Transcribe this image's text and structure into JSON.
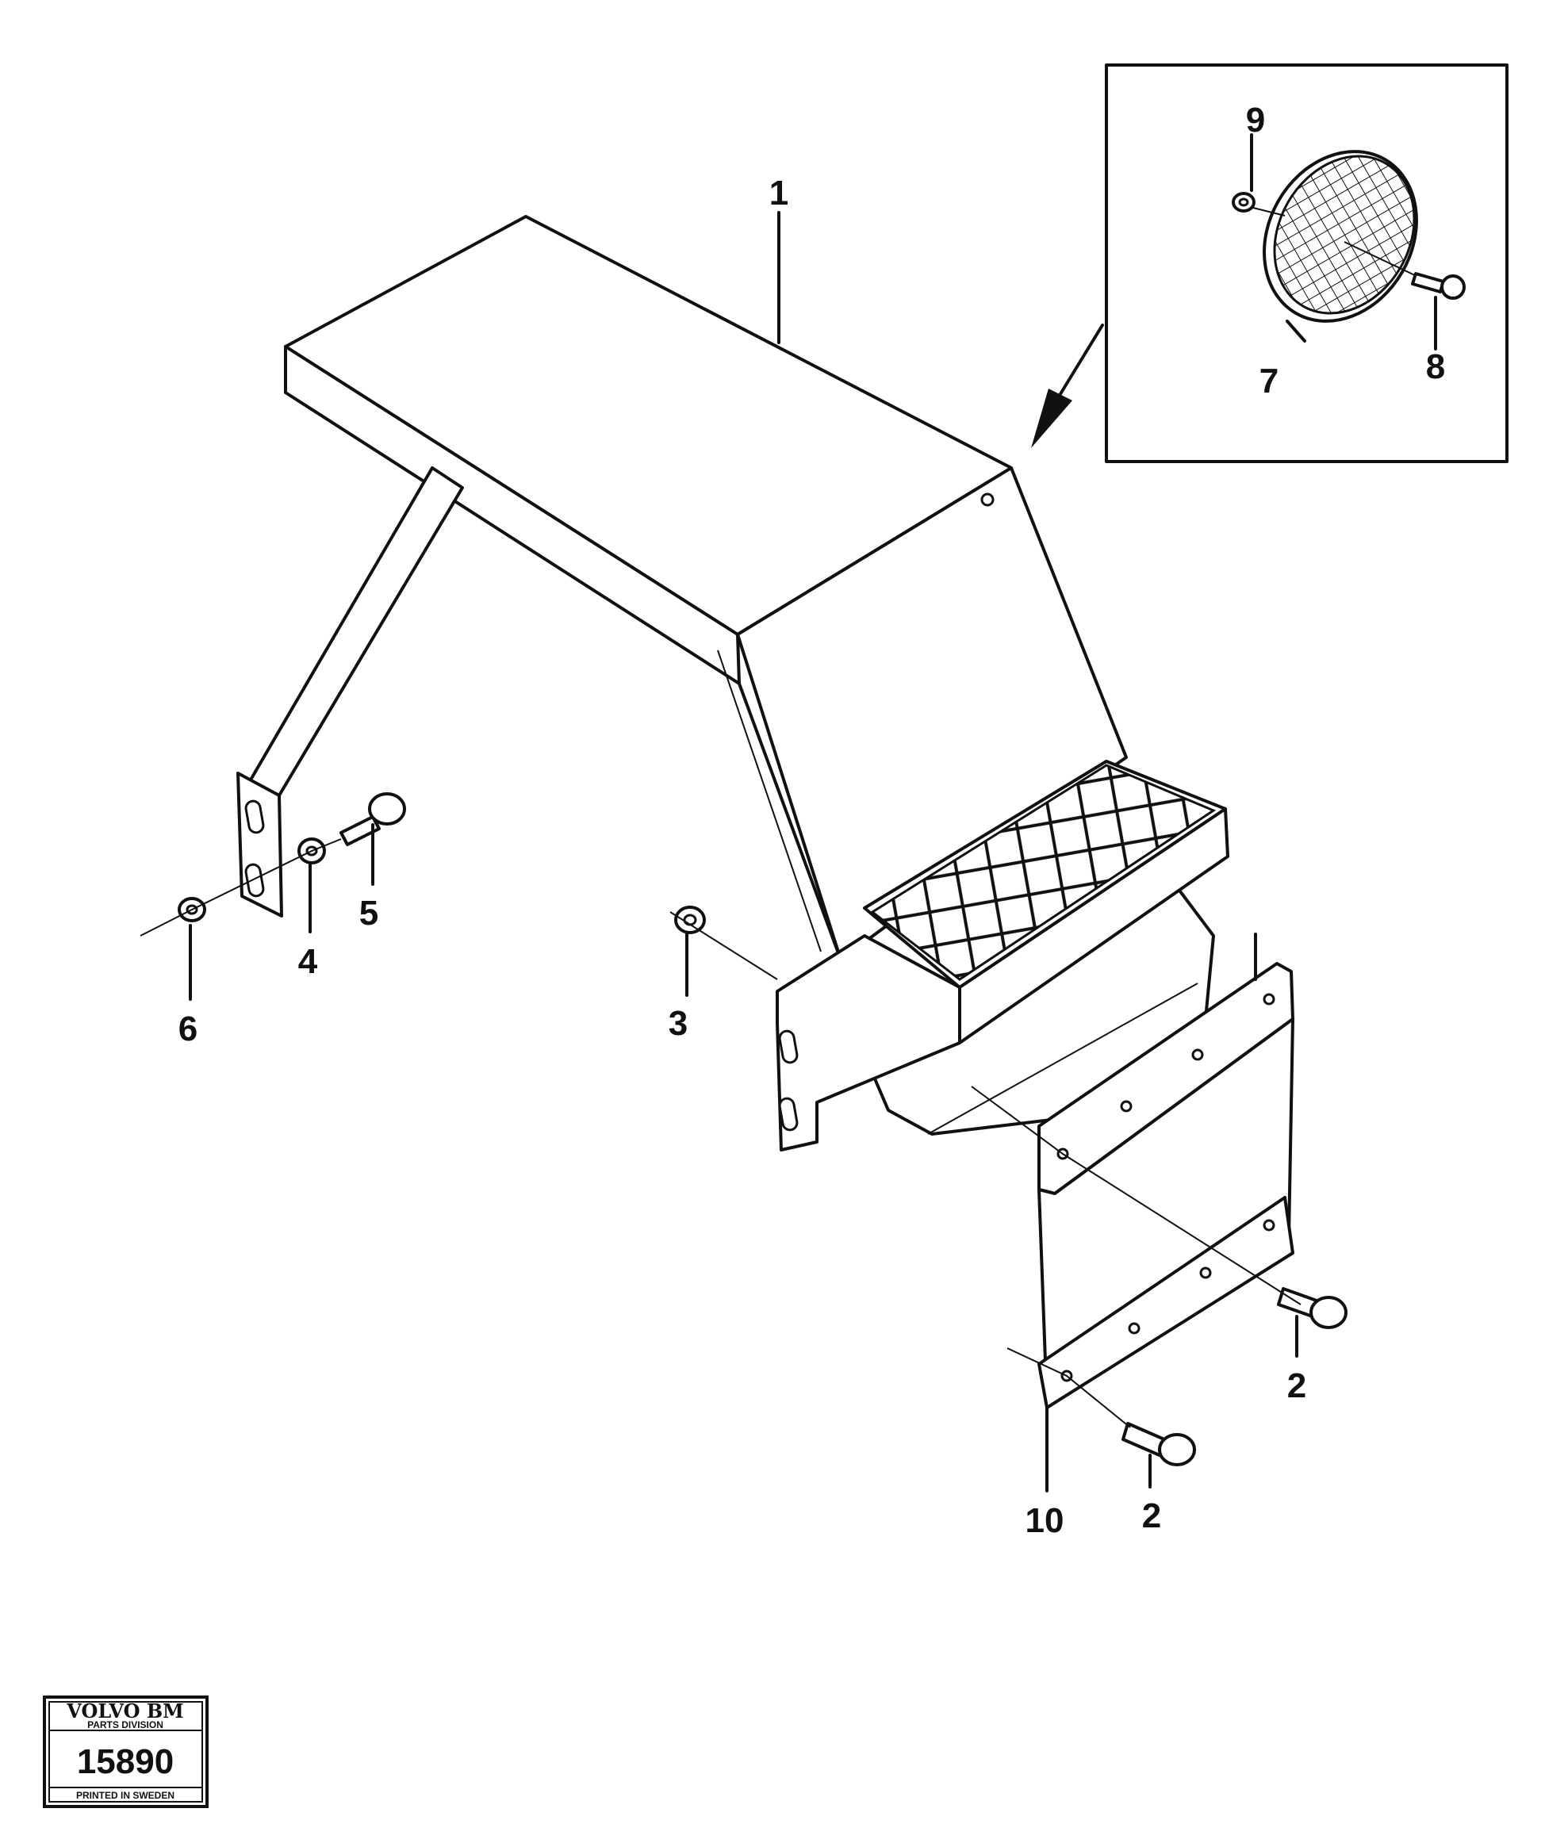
{
  "callouts": {
    "c1": "1",
    "c2a": "2",
    "c2b": "2",
    "c3": "3",
    "c4": "4",
    "c5": "5",
    "c6": "6",
    "c7": "7",
    "c8": "8",
    "c9": "9",
    "c10": "10"
  },
  "stamp": {
    "brand": "VOLVO BM",
    "division": "PARTS DIVISION",
    "number": "15890",
    "printed": "PRINTED IN SWEDEN"
  }
}
